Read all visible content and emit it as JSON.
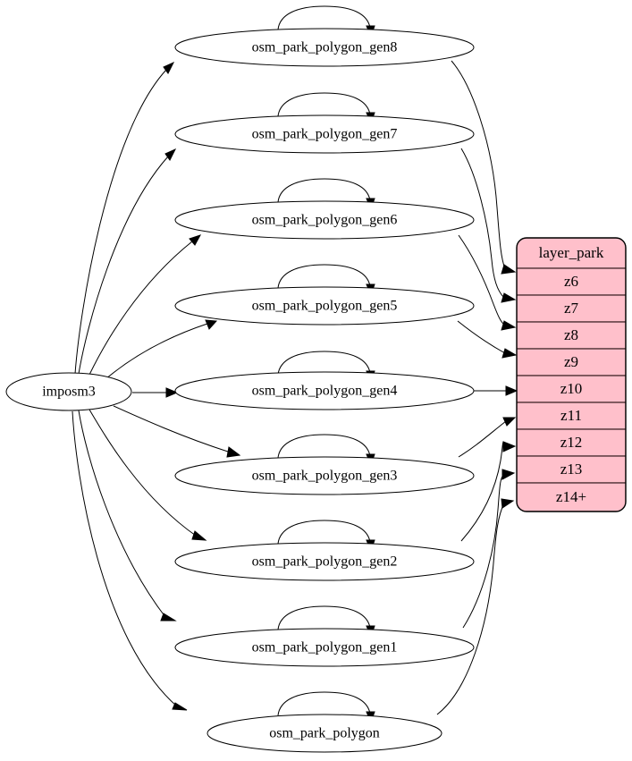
{
  "diagram": {
    "type": "graphviz-digraph",
    "background_color": "#ffffff",
    "source_node": {
      "id": "imposm3",
      "label": "imposm3",
      "shape": "ellipse"
    },
    "tables": [
      {
        "id": "osm_park_polygon_gen8",
        "label": "osm_park_polygon_gen8",
        "shape": "ellipse",
        "self_loop": true
      },
      {
        "id": "osm_park_polygon_gen7",
        "label": "osm_park_polygon_gen7",
        "shape": "ellipse",
        "self_loop": true
      },
      {
        "id": "osm_park_polygon_gen6",
        "label": "osm_park_polygon_gen6",
        "shape": "ellipse",
        "self_loop": true
      },
      {
        "id": "osm_park_polygon_gen5",
        "label": "osm_park_polygon_gen5",
        "shape": "ellipse",
        "self_loop": true
      },
      {
        "id": "osm_park_polygon_gen4",
        "label": "osm_park_polygon_gen4",
        "shape": "ellipse",
        "self_loop": true
      },
      {
        "id": "osm_park_polygon_gen3",
        "label": "osm_park_polygon_gen3",
        "shape": "ellipse",
        "self_loop": true
      },
      {
        "id": "osm_park_polygon_gen2",
        "label": "osm_park_polygon_gen2",
        "shape": "ellipse",
        "self_loop": true
      },
      {
        "id": "osm_park_polygon_gen1",
        "label": "osm_park_polygon_gen1",
        "shape": "ellipse",
        "self_loop": true
      },
      {
        "id": "osm_park_polygon",
        "label": "osm_park_polygon",
        "shape": "ellipse",
        "self_loop": true
      }
    ],
    "layer_table": {
      "id": "layer_park",
      "header": "layer_park",
      "fill_color": "#ffc0cb",
      "border_color": "#3b2225",
      "rows": [
        {
          "id": "z6",
          "label": "z6"
        },
        {
          "id": "z7",
          "label": "z7"
        },
        {
          "id": "z8",
          "label": "z8"
        },
        {
          "id": "z9",
          "label": "z9"
        },
        {
          "id": "z10",
          "label": "z10"
        },
        {
          "id": "z11",
          "label": "z11"
        },
        {
          "id": "z12",
          "label": "z12"
        },
        {
          "id": "z13",
          "label": "z13"
        },
        {
          "id": "z14+",
          "label": "z14+"
        }
      ]
    },
    "edges": [
      {
        "from": "imposm3",
        "to": "osm_park_polygon_gen8"
      },
      {
        "from": "imposm3",
        "to": "osm_park_polygon_gen7"
      },
      {
        "from": "imposm3",
        "to": "osm_park_polygon_gen6"
      },
      {
        "from": "imposm3",
        "to": "osm_park_polygon_gen5"
      },
      {
        "from": "imposm3",
        "to": "osm_park_polygon_gen4"
      },
      {
        "from": "imposm3",
        "to": "osm_park_polygon_gen3"
      },
      {
        "from": "imposm3",
        "to": "osm_park_polygon_gen2"
      },
      {
        "from": "imposm3",
        "to": "osm_park_polygon_gen1"
      },
      {
        "from": "imposm3",
        "to": "osm_park_polygon"
      },
      {
        "from": "osm_park_polygon_gen8",
        "to": "z6"
      },
      {
        "from": "osm_park_polygon_gen7",
        "to": "z7"
      },
      {
        "from": "osm_park_polygon_gen6",
        "to": "z8"
      },
      {
        "from": "osm_park_polygon_gen5",
        "to": "z9"
      },
      {
        "from": "osm_park_polygon_gen4",
        "to": "z10"
      },
      {
        "from": "osm_park_polygon_gen3",
        "to": "z11"
      },
      {
        "from": "osm_park_polygon_gen2",
        "to": "z12"
      },
      {
        "from": "osm_park_polygon_gen1",
        "to": "z13"
      },
      {
        "from": "osm_park_polygon",
        "to": "z14+"
      }
    ]
  }
}
